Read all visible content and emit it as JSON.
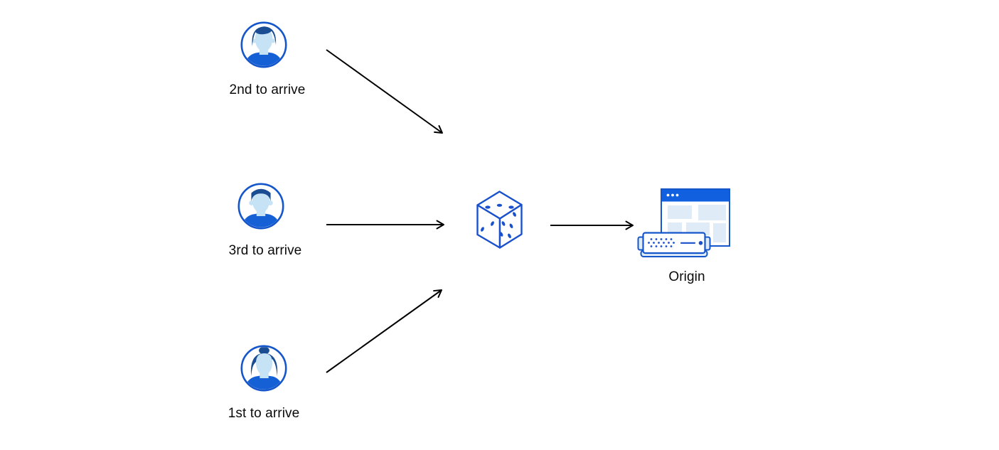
{
  "diagram": {
    "background": "#ffffff",
    "colors": {
      "stroke_blue": "#1556cb",
      "fill_blue": "#1160e0",
      "hair_navy": "#1b4d93",
      "skin_light_blue": "#c6e2f5",
      "panel_light_blue": "#dfecf8",
      "arrow_black": "#000000"
    },
    "users": [
      {
        "id": "user-second",
        "label": "2nd to arrive",
        "icon": "male-user-avatar-icon"
      },
      {
        "id": "user-third",
        "label": "3rd to arrive",
        "icon": "male-user-avatar-icon"
      },
      {
        "id": "user-first",
        "label": "1st to arrive",
        "icon": "female-user-avatar-icon"
      }
    ],
    "router": {
      "id": "dice",
      "icon": "dice-icon"
    },
    "origin": {
      "id": "origin",
      "label": "Origin",
      "icon": "origin-browser-server-icon"
    },
    "edges": [
      {
        "from": "user-second",
        "to": "dice"
      },
      {
        "from": "user-third",
        "to": "dice"
      },
      {
        "from": "user-first",
        "to": "dice"
      },
      {
        "from": "dice",
        "to": "origin"
      }
    ]
  }
}
